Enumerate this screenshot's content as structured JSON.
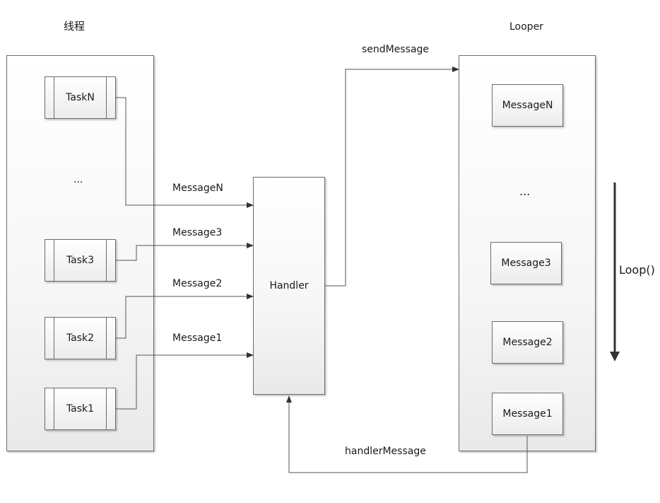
{
  "thread": {
    "title": "线程",
    "tasks": [
      "TaskN",
      "...",
      "Task3",
      "Task2",
      "Task1"
    ]
  },
  "handler": {
    "label": "Handler"
  },
  "looper": {
    "title": "Looper",
    "messages": [
      "MessageN",
      "...",
      "Message3",
      "Message2",
      "Message1"
    ],
    "loop_label": "Loop()"
  },
  "edges": {
    "messageN": "MessageN",
    "message3": "Message3",
    "message2": "Message2",
    "message1": "Message1",
    "send": "sendMessage",
    "handle": "handlerMessage"
  }
}
